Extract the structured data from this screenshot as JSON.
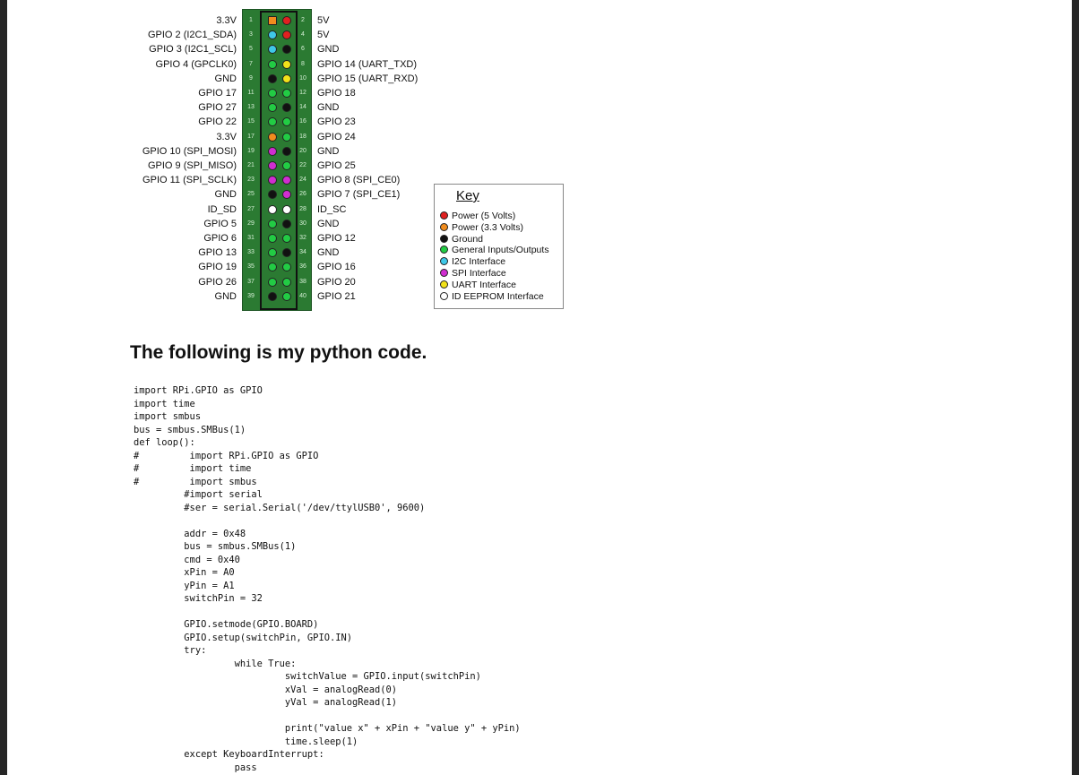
{
  "pinout": {
    "pins": [
      {
        "n": "1",
        "label": "3.3V",
        "color": "#f08c1e"
      },
      {
        "n": "2",
        "label": "5V",
        "color": "#e02020"
      },
      {
        "n": "3",
        "label": "GPIO 2 (I2C1_SDA)",
        "color": "#3fc8e8"
      },
      {
        "n": "4",
        "label": "5V",
        "color": "#e02020"
      },
      {
        "n": "5",
        "label": "GPIO 3 (I2C1_SCL)",
        "color": "#3fc8e8"
      },
      {
        "n": "6",
        "label": "GND",
        "color": "#111111"
      },
      {
        "n": "7",
        "label": "GPIO 4 (GPCLK0)",
        "color": "#22cc44"
      },
      {
        "n": "8",
        "label": "GPIO 14 (UART_TXD)",
        "color": "#f2e21a"
      },
      {
        "n": "9",
        "label": "GND",
        "color": "#111111"
      },
      {
        "n": "10",
        "label": "GPIO 15 (UART_RXD)",
        "color": "#f2e21a"
      },
      {
        "n": "11",
        "label": "GPIO 17",
        "color": "#22cc44"
      },
      {
        "n": "12",
        "label": "GPIO 18",
        "color": "#22cc44"
      },
      {
        "n": "13",
        "label": "GPIO 27",
        "color": "#22cc44"
      },
      {
        "n": "14",
        "label": "GND",
        "color": "#111111"
      },
      {
        "n": "15",
        "label": "GPIO 22",
        "color": "#22cc44"
      },
      {
        "n": "16",
        "label": "GPIO 23",
        "color": "#22cc44"
      },
      {
        "n": "17",
        "label": "3.3V",
        "color": "#f08c1e"
      },
      {
        "n": "18",
        "label": "GPIO 24",
        "color": "#22cc44"
      },
      {
        "n": "19",
        "label": "GPIO 10 (SPI_MOSI)",
        "color": "#d02ed0"
      },
      {
        "n": "20",
        "label": "GND",
        "color": "#111111"
      },
      {
        "n": "21",
        "label": "GPIO 9 (SPI_MISO)",
        "color": "#d02ed0"
      },
      {
        "n": "22",
        "label": "GPIO 25",
        "color": "#22cc44"
      },
      {
        "n": "23",
        "label": "GPIO 11 (SPI_SCLK)",
        "color": "#d02ed0"
      },
      {
        "n": "24",
        "label": "GPIO 8 (SPI_CE0)",
        "color": "#d02ed0"
      },
      {
        "n": "25",
        "label": "GND",
        "color": "#111111"
      },
      {
        "n": "26",
        "label": "GPIO 7 (SPI_CE1)",
        "color": "#d02ed0"
      },
      {
        "n": "27",
        "label": "ID_SD",
        "color": "#ffffff"
      },
      {
        "n": "28",
        "label": "ID_SC",
        "color": "#ffffff"
      },
      {
        "n": "29",
        "label": "GPIO 5",
        "color": "#22cc44"
      },
      {
        "n": "30",
        "label": "GND",
        "color": "#111111"
      },
      {
        "n": "31",
        "label": "GPIO 6",
        "color": "#22cc44"
      },
      {
        "n": "32",
        "label": "GPIO 12",
        "color": "#22cc44"
      },
      {
        "n": "33",
        "label": "GPIO 13",
        "color": "#22cc44"
      },
      {
        "n": "34",
        "label": "GND",
        "color": "#111111"
      },
      {
        "n": "35",
        "label": "GPIO 19",
        "color": "#22cc44"
      },
      {
        "n": "36",
        "label": "GPIO 16",
        "color": "#22cc44"
      },
      {
        "n": "37",
        "label": "GPIO 26",
        "color": "#22cc44"
      },
      {
        "n": "38",
        "label": "GPIO 20",
        "color": "#22cc44"
      },
      {
        "n": "39",
        "label": "GND",
        "color": "#111111"
      },
      {
        "n": "40",
        "label": "GPIO 21",
        "color": "#22cc44"
      }
    ]
  },
  "key": {
    "title": "Key",
    "items": [
      {
        "label": "Power (5 Volts)",
        "color": "#e02020"
      },
      {
        "label": "Power (3.3 Volts)",
        "color": "#f08c1e"
      },
      {
        "label": "Ground",
        "color": "#111111"
      },
      {
        "label": "General Inputs/Outputs",
        "color": "#22cc44"
      },
      {
        "label": "I2C Interface",
        "color": "#3fc8e8"
      },
      {
        "label": "SPI Interface",
        "color": "#d02ed0"
      },
      {
        "label": "UART Interface",
        "color": "#f2e21a"
      },
      {
        "label": "ID EEPROM Interface",
        "color": "#ffffff"
      }
    ]
  },
  "heading": "The following is my python code.",
  "code_lines": [
    "import RPi.GPIO as GPIO",
    "import time",
    "import smbus",
    "bus = smbus.SMBus(1)",
    "def loop():",
    "#         import RPi.GPIO as GPIO",
    "#         import time",
    "#         import smbus",
    "         #import serial",
    "         #ser = serial.Serial('/dev/ttylUSB0', 9600)",
    "",
    "         addr = 0x48",
    "         bus = smbus.SMBus(1)",
    "         cmd = 0x40",
    "         xPin = A0",
    "         yPin = A1",
    "         switchPin = 32",
    "",
    "         GPIO.setmode(GPIO.BOARD)",
    "         GPIO.setup(switchPin, GPIO.IN)",
    "         try:",
    "                  while True:",
    "                           switchValue = GPIO.input(switchPin)",
    "                           xVal = analogRead(0)",
    "                           yVal = analogRead(1)",
    "",
    "                           print(\"value x\" + xPin + \"value y\" + yPin)",
    "                           time.sleep(1)",
    "         except KeyboardInterrupt:",
    "                  pass"
  ]
}
